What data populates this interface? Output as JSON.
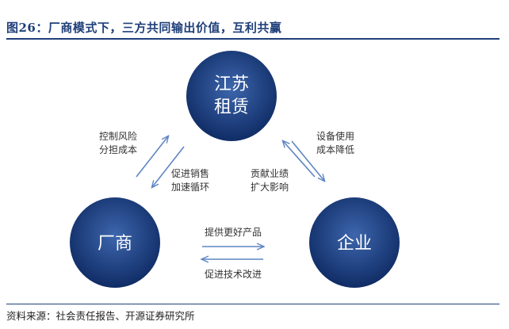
{
  "figure": {
    "title": "图26：厂商模式下，三方共同输出价值，互利共赢",
    "source": "资料来源：社会责任报告、开源证券研究所"
  },
  "nodes": {
    "jiangsu": {
      "line1": "江苏",
      "line2": "租赁"
    },
    "manufacturer": {
      "label": "厂商"
    },
    "enterprise": {
      "label": "企业"
    }
  },
  "edges": {
    "jiangsu_to_manufacturer": {
      "line1": "控制风险",
      "line2": "分担成本"
    },
    "manufacturer_to_jiangsu": {
      "line1": "促进销售",
      "line2": "加速循环"
    },
    "jiangsu_to_enterprise": {
      "line1": "设备使用",
      "line2": "成本降低"
    },
    "enterprise_to_jiangsu": {
      "line1": "贡献业绩",
      "line2": "扩大影响"
    },
    "manufacturer_to_enterprise": {
      "label": "提供更好产品"
    },
    "enterprise_to_manufacturer": {
      "label": "促进技术改进"
    }
  },
  "colors": {
    "title": "#1f3f7a",
    "node_center": "#3d66ad",
    "node_edge": "#0e2a63",
    "arrow": "#5f86c4"
  }
}
